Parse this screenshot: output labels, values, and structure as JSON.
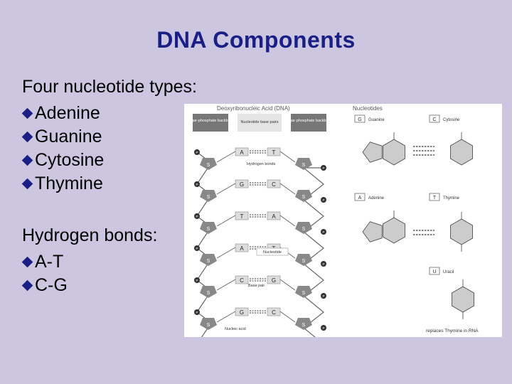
{
  "slide": {
    "title": "DNA Components",
    "nucleotides_heading": "Four nucleotide types:",
    "nucleotides": [
      "Adenine",
      "Guanine",
      "Cytosine",
      "Thymine"
    ],
    "bonds_heading": "Hydrogen bonds:",
    "bonds": [
      "A-T",
      "C-G"
    ]
  },
  "figure": {
    "dna_title": "Deoxyribonucleic Acid (DNA)",
    "nucleotides_title": "Nucleotides",
    "header_left": "Sugar-phosphate backbone",
    "header_mid": "Nucleotide base pairs",
    "header_right": "Sugar-phosphate backbone",
    "hydrogen_bonds_label": "Hydrogen bonds",
    "nucleotide_label": "Nucleotide",
    "base_pair_label": "Base pair",
    "nucleic_acid_label": "Nucleic acid",
    "sugar": "S",
    "phosphate": "P",
    "pairs": [
      [
        "A",
        "T"
      ],
      [
        "G",
        "C"
      ],
      [
        "T",
        "A"
      ],
      [
        "A",
        "T"
      ],
      [
        "C",
        "G"
      ],
      [
        "G",
        "C"
      ]
    ],
    "guanine": {
      "letter": "G",
      "name": "Guanine"
    },
    "cytosine": {
      "letter": "C",
      "name": "Cytosine"
    },
    "adenine": {
      "letter": "A",
      "name": "Adenine"
    },
    "thymine": {
      "letter": "T",
      "name": "Thymine"
    },
    "uracil": {
      "letter": "U",
      "name": "Uracil"
    },
    "uracil_note": "replaces Thymine in RNA"
  },
  "colors": {
    "background": "#cdc6e0",
    "title": "#1a1f86",
    "bullet": "#1a1f86",
    "figure_gray": "#999999"
  }
}
